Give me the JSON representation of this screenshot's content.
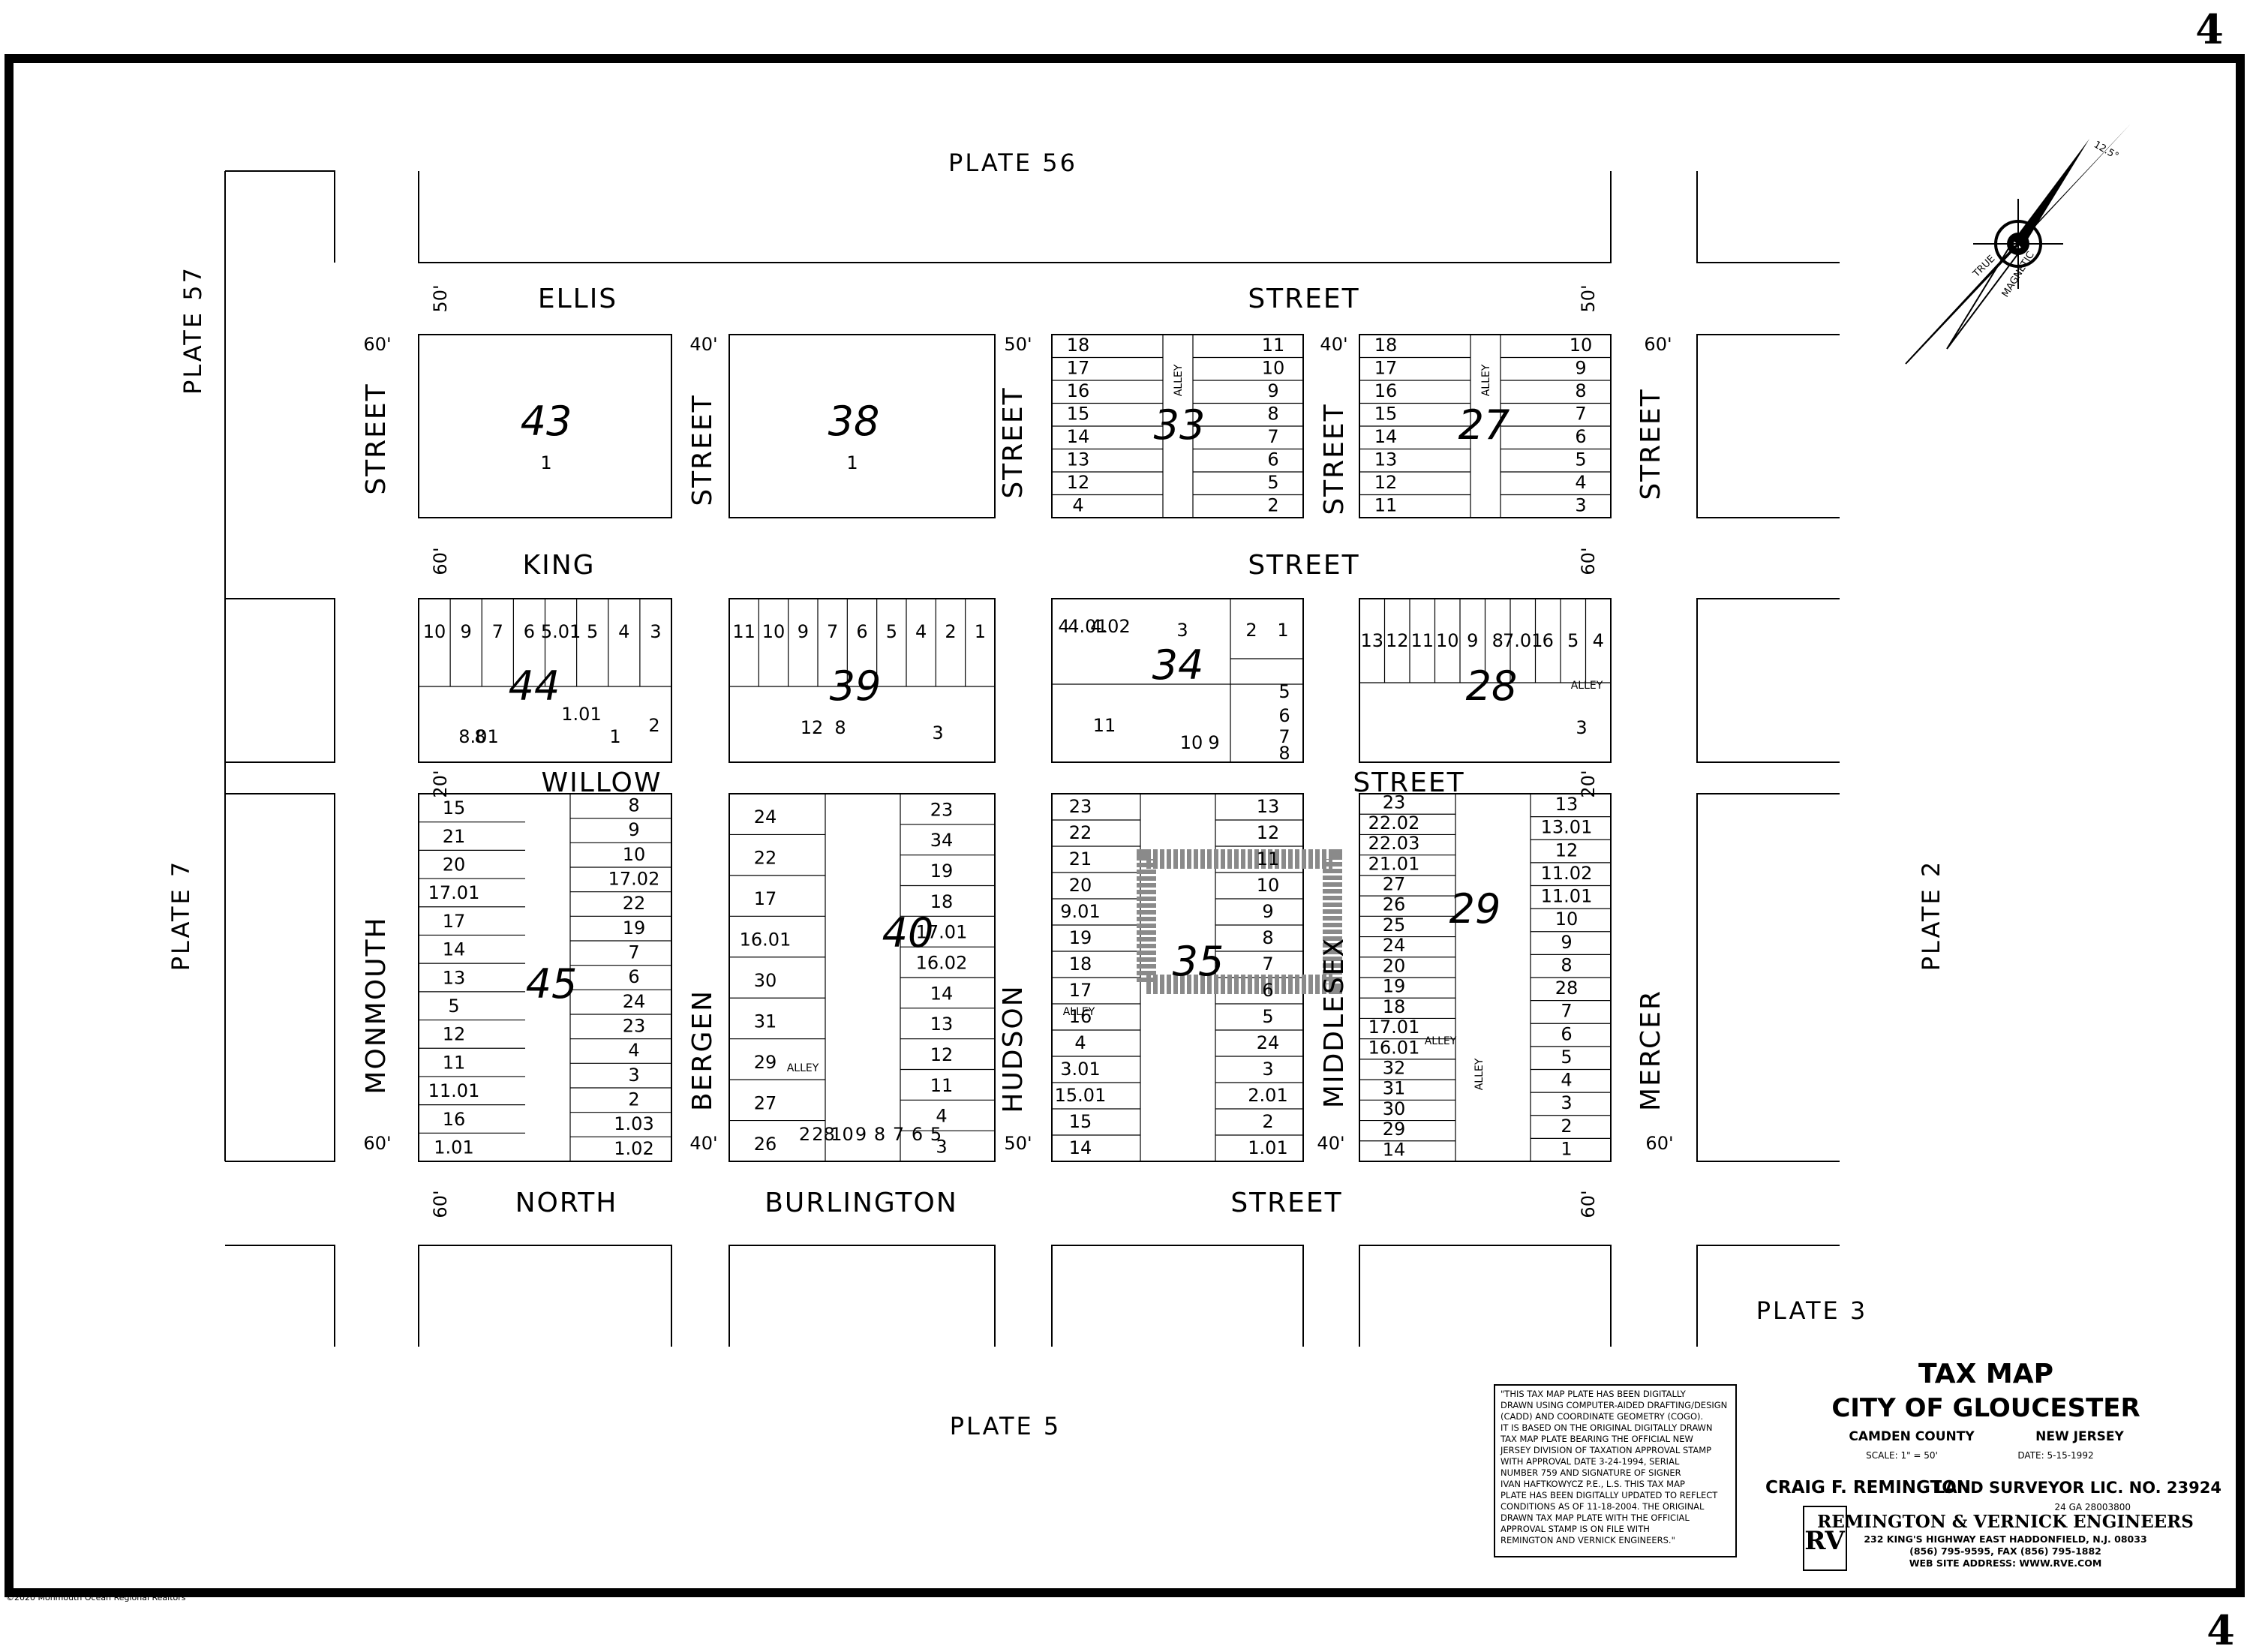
{
  "page_number": "4",
  "plates": {
    "north": "PLATE 56",
    "west_top": "PLATE 57",
    "west": "PLATE 7",
    "east": "PLATE 2",
    "south": "PLATE 5",
    "southeast": "PLATE 3"
  },
  "streets": {
    "ellis": "ELLIS",
    "ellis_street": "STREET",
    "king": "KING",
    "king_street": "STREET",
    "willow": "WILLOW",
    "willow_street": "STREET",
    "north": "NORTH",
    "burlington": "BURLINGTON",
    "south_street": "STREET",
    "monmouth": "MONMOUTH",
    "bergen": "BERGEN",
    "hudson": "HUDSON",
    "middlesex": "MIDDLESEX",
    "mercer": "MERCER",
    "vertical_street": "STREET"
  },
  "street_widths": {
    "w50": "50'",
    "w60": "60'",
    "w40": "40'",
    "w20": "20'"
  },
  "blocks": {
    "b43": "43",
    "b38": "38",
    "b33": "33",
    "b27": "27",
    "b44": "44",
    "b39": "39",
    "b34": "34",
    "b28": "28",
    "b45": "45",
    "b40": "40",
    "b35": "35",
    "b29": "29"
  },
  "lots": {
    "b43": [
      "1"
    ],
    "b38": [
      "1"
    ],
    "b33_left": [
      "18",
      "17",
      "16",
      "15",
      "14",
      "13",
      "12",
      "4"
    ],
    "b33_right": [
      "11",
      "10",
      "9",
      "8",
      "7",
      "6",
      "5",
      "2"
    ],
    "b27_left": [
      "18",
      "17",
      "16",
      "15",
      "14",
      "13",
      "12",
      "11"
    ],
    "b27_right": [
      "10",
      "9",
      "8",
      "7",
      "6",
      "5",
      "4",
      "3"
    ],
    "b44_top": [
      "10",
      "9",
      "7",
      "6",
      "5.01",
      "5",
      "4",
      "3"
    ],
    "b44_bottom": [
      "8.01",
      "8",
      "1.01",
      "1",
      "2"
    ],
    "b39_top": [
      "11",
      "10",
      "9",
      "7",
      "6",
      "5",
      "4",
      "2",
      "1"
    ],
    "b39_bottom": [
      "12",
      "8",
      "3"
    ],
    "b34": [
      "4",
      "4.01",
      "4.02",
      "3",
      "2",
      "1",
      "11",
      "10",
      "9",
      "5",
      "6",
      "7",
      "8"
    ],
    "b28_top": [
      "13",
      "12",
      "11",
      "10",
      "9",
      "8",
      "7.01",
      "6",
      "5",
      "4"
    ],
    "b28_bottom": [
      "3"
    ],
    "b45_left": [
      "15",
      "21",
      "20",
      "17.01",
      "17",
      "14",
      "13",
      "5",
      "12",
      "11",
      "11.01",
      "16",
      "1.01"
    ],
    "b45_right": [
      "8",
      "9",
      "10",
      "17.02",
      "22",
      "19",
      "7",
      "6",
      "24",
      "23",
      "4",
      "3",
      "2",
      "1.03",
      "1.02"
    ],
    "b40_left": [
      "24",
      "22",
      "17",
      "16.01",
      "30",
      "31",
      "29",
      "27",
      "26"
    ],
    "b40_right": [
      "23",
      "34",
      "19",
      "18",
      "17.01",
      "16.02",
      "14",
      "13",
      "12",
      "11",
      "4",
      "3",
      "2",
      "28",
      "10",
      "9",
      "8",
      "7",
      "6",
      "5"
    ],
    "b35_left": [
      "23",
      "22",
      "21",
      "20",
      "9.01",
      "19",
      "18",
      "17",
      "16",
      "4",
      "3.01",
      "15.01",
      "15",
      "14"
    ],
    "b35_right": [
      "13",
      "12",
      "11",
      "10",
      "9",
      "8",
      "7",
      "6",
      "5",
      "24",
      "3",
      "2.01",
      "2",
      "1.01"
    ],
    "b29_left": [
      "23",
      "22.02",
      "22.03",
      "21.01",
      "27",
      "26",
      "25",
      "24",
      "20",
      "19",
      "18",
      "17.01",
      "16.01",
      "32",
      "31",
      "30",
      "29",
      "14"
    ],
    "b29_right": [
      "13",
      "13.01",
      "12",
      "11.02",
      "11.01",
      "10",
      "9",
      "8",
      "28",
      "7",
      "6",
      "5",
      "4",
      "3",
      "2",
      "1"
    ]
  },
  "alley_label": "ALLEY",
  "compass": {
    "true_label": "TRUE",
    "magnetic_label": "MAGNETIC",
    "angle_label": "12.5°"
  },
  "note_text": [
    "\"THIS TAX MAP PLATE HAS BEEN DIGITALLY",
    "DRAWN USING COMPUTER-AIDED DRAFTING/DESIGN",
    "(CADD) AND COORDINATE GEOMETRY (COGO).",
    "IT IS BASED ON THE ORIGINAL DIGITALLY DRAWN",
    "TAX MAP PLATE BEARING THE OFFICIAL NEW",
    "JERSEY DIVISION OF TAXATION APPROVAL STAMP",
    "WITH APPROVAL DATE 3-24-1994, SERIAL",
    "NUMBER 759 AND SIGNATURE OF SIGNER",
    "IVAN HAFTKOWYCZ P.E., L.S.  THIS TAX MAP",
    "PLATE HAS BEEN DIGITALLY UPDATED TO REFLECT",
    "CONDITIONS AS OF 11-18-2004.  THE ORIGINAL",
    "DRAWN TAX MAP PLATE WITH THE OFFICIAL",
    "APPROVAL STAMP IS ON FILE WITH",
    "REMINGTON AND VERNICK ENGINEERS.\""
  ],
  "title_block": {
    "title": "TAX MAP",
    "city": "CITY OF GLOUCESTER",
    "county": "CAMDEN COUNTY",
    "state": "NEW JERSEY",
    "scale": "SCALE:  1\" = 50'",
    "date": "DATE:  5-15-1992",
    "surveyor_name": "CRAIG F. REMINGTON",
    "surveyor_title": "LAND SURVEYOR LIC. NO. 23924",
    "code": "24 GA 28003800",
    "firm": "REMINGTON & VERNICK ENGINEERS",
    "address": "232 KING'S HIGHWAY EAST  HADDONFIELD, N.J. 08033",
    "phone": "(856) 795-9595, FAX (856) 795-1882",
    "web": "WEB SITE ADDRESS: WWW.RVE.COM",
    "logo_text": "RV"
  },
  "watermark": "©2020 Monmouth Ocean Regional Realtors",
  "colors": {
    "ink": "#000000",
    "paper": "#ffffff",
    "highlight": "#8a8a8a"
  }
}
